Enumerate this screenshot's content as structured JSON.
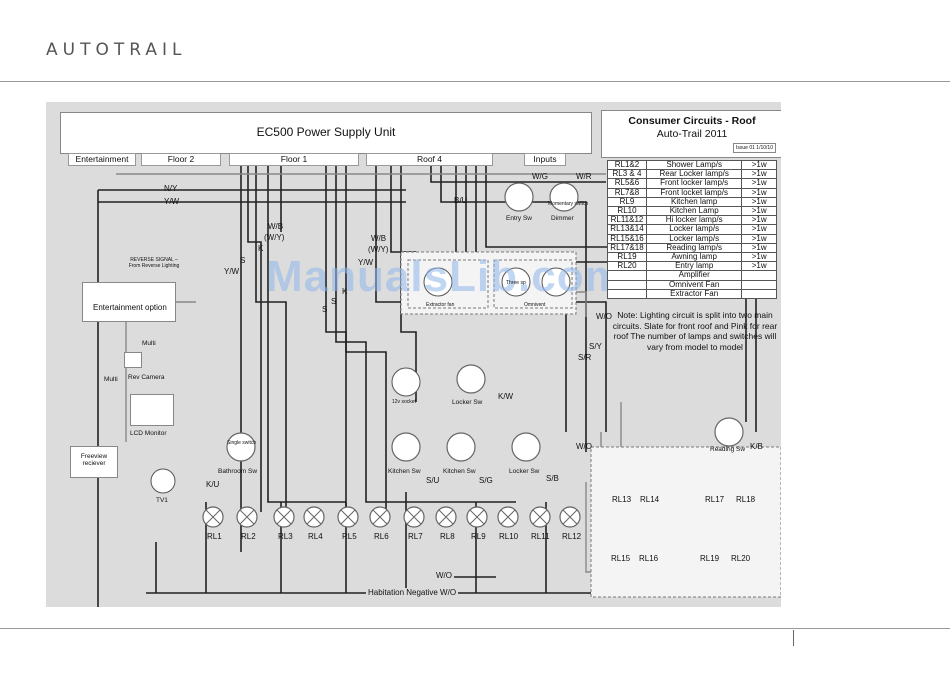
{
  "header": {
    "brand": "AUTOTRAIL"
  },
  "diagram": {
    "psu_title": "EC500 Power Supply Unit",
    "circuits_title": "Consumer Circuits - Roof",
    "circuits_subtitle": "Auto-Trail 2011",
    "issue": "Issue 01  1/10/10",
    "tabs": [
      "Entertainment",
      "Floor 2",
      "Floor 1",
      "Roof 4",
      "Inputs"
    ],
    "legend": [
      {
        "code": "RL1&2",
        "desc": "Shower Lamp/s",
        "power": ">1w"
      },
      {
        "code": "RL3 & 4",
        "desc": "Rear Locker lamp/s",
        "power": ">1w"
      },
      {
        "code": "RL5&6",
        "desc": "Front locker lamp/s",
        "power": ">1w"
      },
      {
        "code": "RL7&8",
        "desc": "Front locket lamp/s",
        "power": ">1w"
      },
      {
        "code": "RL9",
        "desc": "Kitchen lamp",
        "power": ">1w"
      },
      {
        "code": "RL10",
        "desc": "Kitchen Lamp",
        "power": ">1w"
      },
      {
        "code": "RL11&12",
        "desc": "Hi locker lamp/s",
        "power": ">1w"
      },
      {
        "code": "RL13&14",
        "desc": "Locker lamp/s",
        "power": ">1w"
      },
      {
        "code": "RL15&16",
        "desc": "Locker lamp/s",
        "power": ">1w"
      },
      {
        "code": "RL17&18",
        "desc": "Reading lamp/s",
        "power": ">1w"
      },
      {
        "code": "RL19",
        "desc": "Awning lamp",
        "power": ">1w"
      },
      {
        "code": "RL20",
        "desc": "Entry lamp",
        "power": ">1w"
      },
      {
        "code": "",
        "desc": "Amplifier",
        "power": ""
      },
      {
        "code": "",
        "desc": "Omnivent Fan",
        "power": ""
      },
      {
        "code": "",
        "desc": "Extractor Fan",
        "power": ""
      }
    ],
    "note": "Note: Lighting circuit is split into two main circuits. Slate for front roof and Pink for rear roof The number of lamps and switches will vary from model to model",
    "components": {
      "entertainment_option": "Entertainment option",
      "reverse_signal": "REVERSE SIGNAL – From Reverse Lighting",
      "multi_1": "Multi",
      "multi_2": "Multi",
      "rev_camera": "Rev Camera",
      "lcd_monitor": "LCD Monitor",
      "freeview": "Freeview reciever",
      "tv1": "TV1",
      "bathroom_sw": "Bathroom Sw",
      "kitchen_sw_1": "Kitchen Sw",
      "kitchen_sw_2": "Kitchen Sw",
      "locker_sw_1": "Locker Sw",
      "locker_sw_2": "Locker Sw",
      "reading_sw": "Reading Sw",
      "entry_sw": "Entry Sw",
      "dimmer": "Dimmer",
      "socket_12v": "12v socket",
      "extractor_fan": "Extractor fan",
      "omnivent": "Omnivent",
      "single_switch": "Single switch",
      "momentary_switch": "Momentary switch",
      "three_speed": "Three sp",
      "habitation_negative": "Habitation Negative  W/O",
      "wo_bottom": "W/O"
    },
    "wire_labels": {
      "ny": "N/Y",
      "yw_top": "Y/W",
      "bu": "B/U",
      "wg": "W/G",
      "wr": "W/R",
      "wb_left": "W/B",
      "wy_left": "(W/Y)",
      "k_left": "K",
      "s_left": "S",
      "yw_left": "Y/W",
      "wb_mid": "W/B",
      "wy_mid": "(W/Y)",
      "yw_mid": "Y/W",
      "k_mid": "K",
      "s_mid1": "S",
      "s_mid2": "S",
      "wo_right": "W/O",
      "sy": "S/Y",
      "sr": "S/R",
      "kw": "K/W",
      "wo_mid": "W/O",
      "kb": "K/B",
      "ku": "K/U",
      "su": "S/U",
      "sg": "S/G",
      "sb": "S/B"
    },
    "lamps": [
      "RL1",
      "RL2",
      "RL3",
      "RL4",
      "RL5",
      "RL6",
      "RL7",
      "RL8",
      "RL9",
      "RL10",
      "RL11",
      "RL12",
      "RL13",
      "RL14",
      "RL15",
      "RL16",
      "RL17",
      "RL18",
      "RL19",
      "RL20"
    ],
    "watermark": "ManualsLib.com"
  }
}
